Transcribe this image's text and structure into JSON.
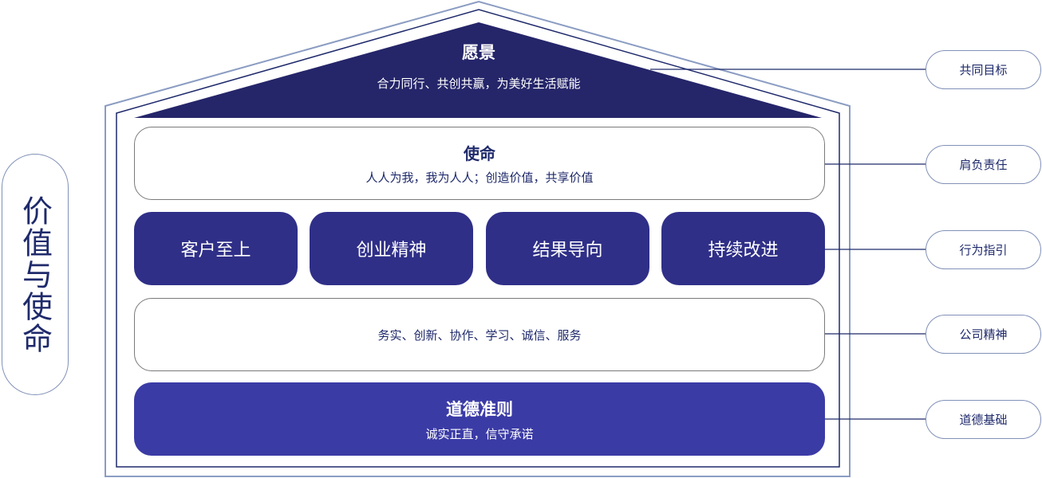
{
  "side_label": "价值与使命",
  "vision": {
    "title": "愿景",
    "subtitle": "合力同行、共创共赢，为美好生活赋能"
  },
  "mission": {
    "title": "使命",
    "subtitle": "人人为我，我为人人；创造价值，共享价值"
  },
  "values": [
    "客户至上",
    "创业精神",
    "结果导向",
    "持续改进"
  ],
  "spirit": "务实、创新、协作、学习、诚信、服务",
  "ethics": {
    "title": "道德准则",
    "subtitle": "诚实正直，信守承诺"
  },
  "tags": [
    "共同目标",
    "肩负责任",
    "行为指引",
    "公司精神",
    "道德基础"
  ],
  "colors": {
    "roof": "#25256a",
    "value_block": "#2f2f88",
    "ethics_block": "#3b3ba6",
    "text": "#1f2a6b",
    "outline": "#8191b8"
  }
}
